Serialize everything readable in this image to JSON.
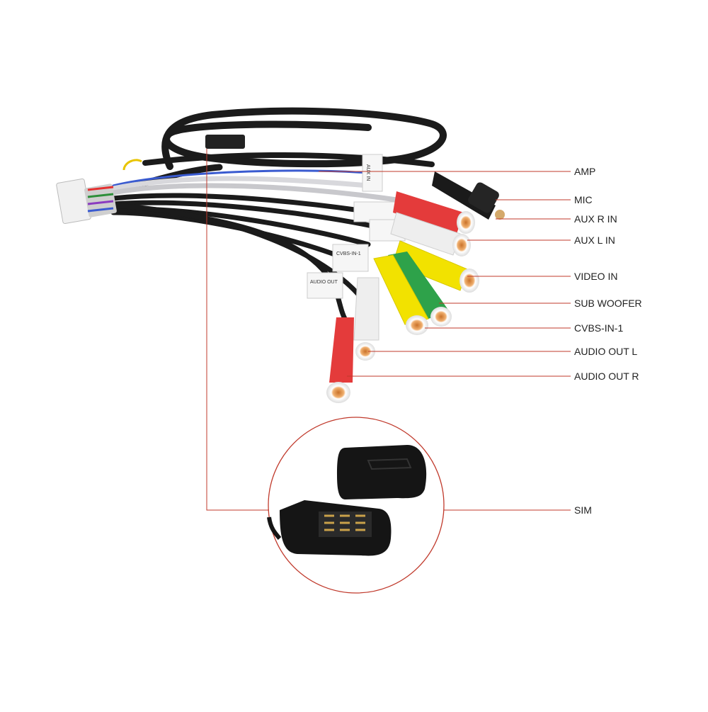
{
  "callouts": {
    "amp": "AMP",
    "mic": "MIC",
    "aux_r_in": "AUX R IN",
    "aux_l_in": "AUX L IN",
    "video_in": "VIDEO IN",
    "sub_woofer": "SUB WOOFER",
    "cvbs_in_1": "CVBS-IN-1",
    "audio_out_l": "AUDIO OUT L",
    "audio_out_r": "AUDIO OUT R",
    "sim": "SIM"
  },
  "cable_tags": {
    "aux": "AUX IN",
    "cvbs": "CVBS-IN-1",
    "audio_out": "AUDIO OUT"
  },
  "colors": {
    "callout_line": "#c0392b",
    "cable": "#1b1b1b",
    "red_plug": "#e43b3b",
    "white_plug": "#eeeeee",
    "yellow_plug": "#f2e200",
    "green_plug": "#2ea24a",
    "sim_holder": "#151515"
  }
}
